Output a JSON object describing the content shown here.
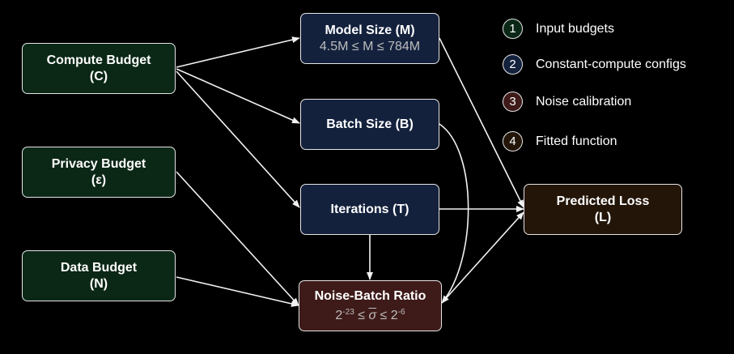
{
  "nodes": {
    "compute": {
      "title": "Compute Budget",
      "symbol": "(C)"
    },
    "privacy": {
      "title": "Privacy Budget",
      "symbol": "(ε)"
    },
    "data": {
      "title": "Data Budget",
      "symbol": "(N)"
    },
    "model": {
      "title": "Model Size (M)",
      "range": "4.5M ≤ M ≤ 784M"
    },
    "batch": {
      "title": "Batch Size (B)"
    },
    "iterations": {
      "title": "Iterations (T)"
    },
    "noise": {
      "title": "Noise-Batch Ratio",
      "range_base": "2",
      "range_low_exp": "-23",
      "range_sym": "σ",
      "range_high_exp": "-6",
      "range_le": "≤"
    },
    "loss": {
      "title": "Predicted Loss",
      "symbol": "(L)"
    }
  },
  "legend": [
    {
      "num": "1",
      "label": "Input budgets",
      "color": "#0b2716"
    },
    {
      "num": "2",
      "label": "Constant-compute configs",
      "color": "#13213d"
    },
    {
      "num": "3",
      "label": "Noise calibration",
      "color": "#3e1a18"
    },
    {
      "num": "4",
      "label": "Fitted function",
      "color": "#231508"
    }
  ],
  "edges": [
    [
      "compute",
      "model"
    ],
    [
      "compute",
      "batch"
    ],
    [
      "compute",
      "iterations"
    ],
    [
      "privacy",
      "noise"
    ],
    [
      "data",
      "noise"
    ],
    [
      "iterations",
      "noise"
    ],
    [
      "model",
      "loss"
    ],
    [
      "iterations",
      "loss"
    ],
    [
      "batch",
      "noise"
    ],
    [
      "noise",
      "loss"
    ]
  ],
  "colors": {
    "edge": "#f2f2f2",
    "border": "#e6e6e6",
    "background": "#000000"
  }
}
